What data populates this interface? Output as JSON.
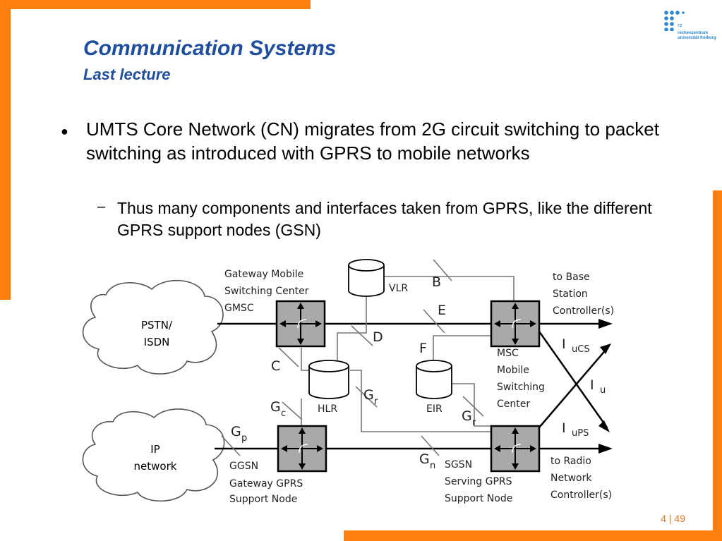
{
  "slide": {
    "title": "Communication Systems",
    "subtitle": "Last lecture",
    "bullet": "UMTS Core Network (CN) migrates from 2G circuit switching to packet switching as introduced with GPRS to mobile networks",
    "sub_bullet": "Thus many components and interfaces taken from GPRS, like the different GPRS support nodes (GSN)",
    "page_number": "4 | 49"
  },
  "logo": {
    "line1": "rechenzentrum",
    "line2": "universität freiburg",
    "rz": "rz"
  },
  "diagram": {
    "clouds": {
      "pstn_1": "PSTN/",
      "pstn_2": "ISDN",
      "ip_1": "IP",
      "ip_2": "network"
    },
    "gmsc": {
      "line1": "Gateway Mobile",
      "line2": "Switching Center",
      "line3": "GMSC"
    },
    "ggsn": {
      "line1": "GGSN",
      "line2": "Gateway GPRS",
      "line3": "Support Node"
    },
    "msc": {
      "line1": "MSC",
      "line2": "Mobile",
      "line3": "Switching",
      "line4": "Center"
    },
    "sgsn": {
      "line1": "SGSN",
      "line2": "Serving GPRS",
      "line3": "Support Node"
    },
    "databases": {
      "vlr": "VLR",
      "hlr": "HLR",
      "eir": "EIR"
    },
    "bsc": {
      "line1": "to Base",
      "line2": "Station",
      "line3": "Controller(s)"
    },
    "rnc": {
      "line1": "to Radio",
      "line2": "Network",
      "line3": "Controller(s)"
    },
    "interfaces": {
      "b": "B",
      "e": "E",
      "d": "D",
      "f": "F",
      "c": "C",
      "g": "G",
      "gc_sub": "c",
      "gr_sub": "r",
      "gp_sub": "p",
      "gn_sub": "n",
      "i": "I",
      "iucs_sub": "uCS",
      "iu_sub": "u",
      "iups_sub": "uPS"
    }
  }
}
